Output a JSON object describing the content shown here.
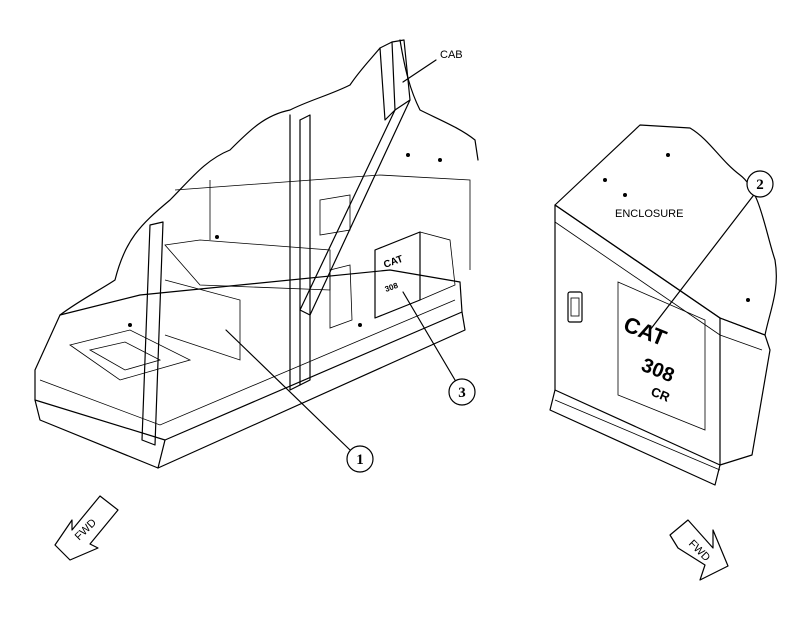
{
  "labels": {
    "cab": "CAB",
    "enclosure": "ENCLOSURE"
  },
  "callouts": {
    "one": "1",
    "two": "2",
    "three": "3"
  },
  "arrows": {
    "left_fwd": "FWD",
    "right_fwd": "FWD"
  },
  "decals": {
    "logo": "CAT",
    "model": "308",
    "suffix": "CR"
  },
  "colors": {
    "line": "#000000",
    "background": "#ffffff"
  }
}
